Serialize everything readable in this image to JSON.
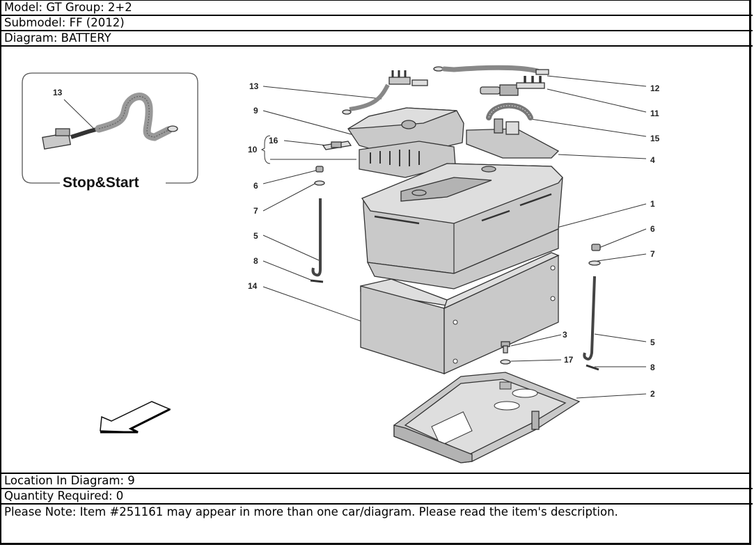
{
  "header": {
    "model": "Model: GT Group: 2+2",
    "submodel": "Submodel: FF (2012)",
    "diagram": "Diagram: BATTERY"
  },
  "diagram": {
    "title": "BATTERY",
    "inset": {
      "label": "Stop&Start",
      "callout": "13"
    },
    "callouts_left": [
      "13",
      "9",
      "16",
      "10",
      "6",
      "7",
      "5",
      "8",
      "14"
    ],
    "callouts_right": [
      "12",
      "11",
      "15",
      "4",
      "1",
      "6",
      "7",
      "3",
      "17",
      "5",
      "8",
      "2"
    ],
    "parts": [
      {
        "ref": "1",
        "name": "battery"
      },
      {
        "ref": "2",
        "name": "battery-tray"
      },
      {
        "ref": "3",
        "name": "bolt"
      },
      {
        "ref": "4",
        "name": "terminal-cover"
      },
      {
        "ref": "5",
        "name": "hook-rod"
      },
      {
        "ref": "6",
        "name": "nut"
      },
      {
        "ref": "7",
        "name": "washer"
      },
      {
        "ref": "8",
        "name": "clip"
      },
      {
        "ref": "9",
        "name": "fuse-box-cover"
      },
      {
        "ref": "10",
        "name": "fuse-box"
      },
      {
        "ref": "11",
        "name": "positive-terminal"
      },
      {
        "ref": "12",
        "name": "ground-cable"
      },
      {
        "ref": "13",
        "name": "cable"
      },
      {
        "ref": "14",
        "name": "battery-case"
      },
      {
        "ref": "15",
        "name": "cable-loop"
      },
      {
        "ref": "16",
        "name": "fuse"
      },
      {
        "ref": "17",
        "name": "washer"
      }
    ]
  },
  "footer": {
    "location": "Location In Diagram: 9",
    "quantity": "Quantity Required: 0",
    "note": "Please Note: Item #251161 may appear in more than one car/diagram. Please read the item's description."
  }
}
